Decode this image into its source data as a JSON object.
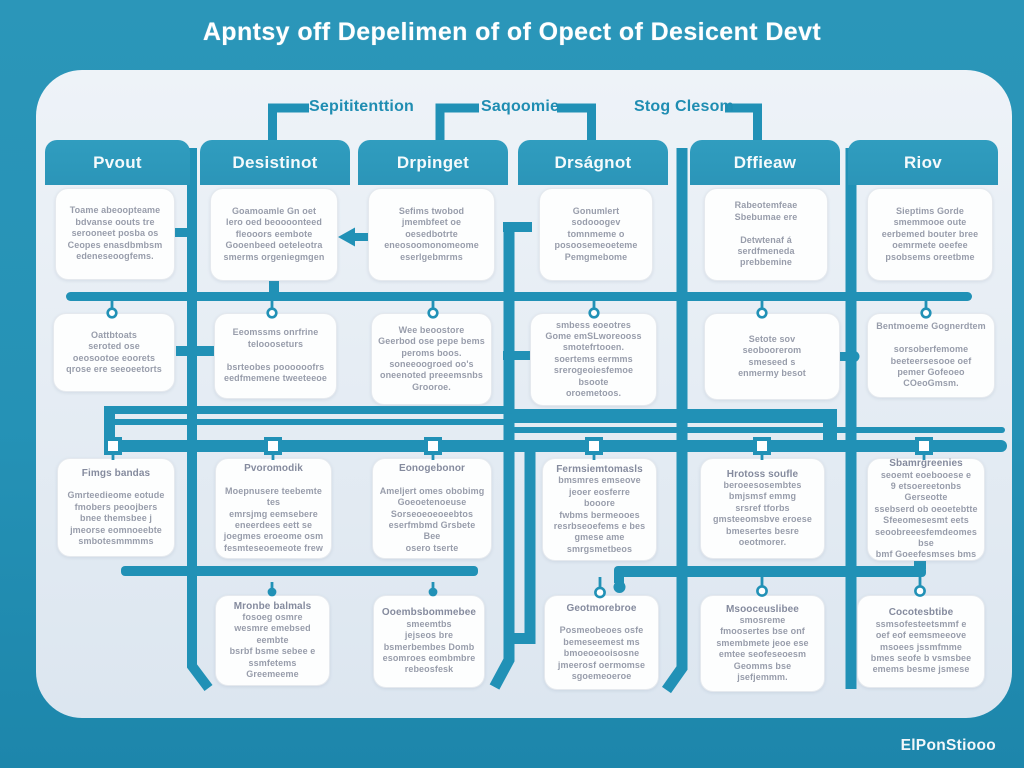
{
  "title": "Apntsy off Depelimen of of Opect of Desicent Devt",
  "watermark": "ElPonStiooo",
  "colors": {
    "background_teal": "#2794b7",
    "panel": "#e8eef5",
    "header_teal": "#2c97ba",
    "connector_teal": "#2191b6",
    "label_teal": "#1f8db2",
    "box_text_gray": "#989dab",
    "title_white": "#ffffff"
  },
  "top_labels": [
    {
      "text": "Sepititenttion"
    },
    {
      "text": "Saqoomie"
    },
    {
      "text": "Stog Clesom"
    }
  ],
  "columns": [
    {
      "header": "Pvout"
    },
    {
      "header": "Desistinot"
    },
    {
      "header": "Drpinget"
    },
    {
      "header": "Drságnot"
    },
    {
      "header": "Dffieaw"
    },
    {
      "header": "Riov"
    }
  ],
  "boxes": {
    "r1c1": "Toame abeoopteame\nbdvanse oouts tre\nserooneet posba os\nCeopes enasdbmbsm\nedeneseoogfems.",
    "r1c2": "Goamoamle Gn oet\nlero oed beoooonteed\nfleooors eembote\nGooenbeed oeteleotra\nsmerms orgeniegmgen",
    "r1c3": "Sefims twobod\njmembfeet oe\noesedbotrte\neneosoomonomeome\neserlgebmrms",
    "r1c4": "Gonumlert\nsodooogev\ntomnmeme o\nposoosemeoeteme\nPemgmebome",
    "r1c5": "Rabeotemfeae\nSbebumae ere\n\nDetwtenaf á serdfmeneda\nprebbemine",
    "r1c6": "Sieptims Gorde\nsmemmooe oute\neerbemed bouter bree\noemrmete oeefee\npsobsems oreetbme",
    "r2c1": "Oattbtoats\nseroted ose\noeosootoe eoorets\nqrose ere seeoeetorts",
    "r2c2": "Eeomssms onrfrine\nteloooseturs\n\nbsrteobes poooooofrs\needfmemene tweeteeoe",
    "r2c3": "Wee beoostore\nGeerbod ose pepe bems\nperoms boos.\nsoneeoogroed oo's\noneenoted preeemsnbs\nGrooroe.",
    "r2c4": "smbess eoeotres\nGome emSLworeooss\nsmotefrtooen.\nsoertems eermms\nsrerogeoiesfemoe\nbsoote\noroemetoos.",
    "r2c5": "Setote sov\nseoboorerom\nsmeseed s\nenmermy besot",
    "r2c6": "Bentmoeme Gognerdtem\n\nsorsoberfemome\nbeeteersesooe oef\npemer Gofeoeo\nCOeoGmsm.",
    "r3c1": "Fimgs bandas\n\nGmrteedieome eotude\nfmobers peoojbers\nbnee themsbee j\njmeorse eomnoeebte\nsmbotesmmmms",
    "r3c2": "Pvoromodik\n\nMoepnusere teebemte tes\nemrsjmg eemsebere\neneerdees eett se\njoegmes eroeome osm\nfesmteseoemeote frew",
    "r3c3": "Eonogebonor\n\nAmeljert omes obobimg\nGoeoetenoeuse\nSorseoeoeoeebtos\neserfmbmd Grsbete Bee\nosero tserte",
    "r3c4": "Fermsiemtomasls\nbmsmres emseove\njeoer eosferre\nbooore\nfwbms bermeooes\nresrbseoefems e bes\ngmese ame smrgsmetbeos",
    "r3c5": "Hrotoss soufle\nberoeesosembtes\nbmjsmsf emmg\nsrsref tforbs\ngmsteeomsbve eroese\nbmesertes besre\noeotmorer.",
    "r3c6": "Sbamrgreenies\nseoemt eoebooese e\n9 etsoereetonbs Gerseotte\nssebserd ob oeoetebtte\nSfeeomesesmt eets\nseoobreeesfemdeomes bse\nbmf Goeefesmses bms",
    "r4c2": "Mronbe balmals\nfosoeg osmre\nwesmre emebsed eembte\nbsrbf bsme sebee e\nssmfetems Greemeeme",
    "r4c3": "Ooembsbommebee\nsmeemtbs\njejseos bre\nbsmerbembes Domb\nesomroes eombmbre\nrebeosfesk",
    "r4c4": "Geotmorebroe\n\nPosmeobeoes osfe\nbemeseemest ms\nbmoeoeooisosne\njmeerosf oermomse\nsgoemeoeroe",
    "r4c5": "Msooceuslibee\nsmosreme\nfmoosertes bse onf\nsmembmete jeoe ese\nemtee seofeseoesm\nGeomms bse\njsefjemmm.",
    "r4c6": "Cocotesbtibe\nssmsofesteetsmmf e\noef eof eemsmeeove\nmsoees jssmfmme\nbmes seofe b vsmsbee\nemems besme jsmese"
  }
}
